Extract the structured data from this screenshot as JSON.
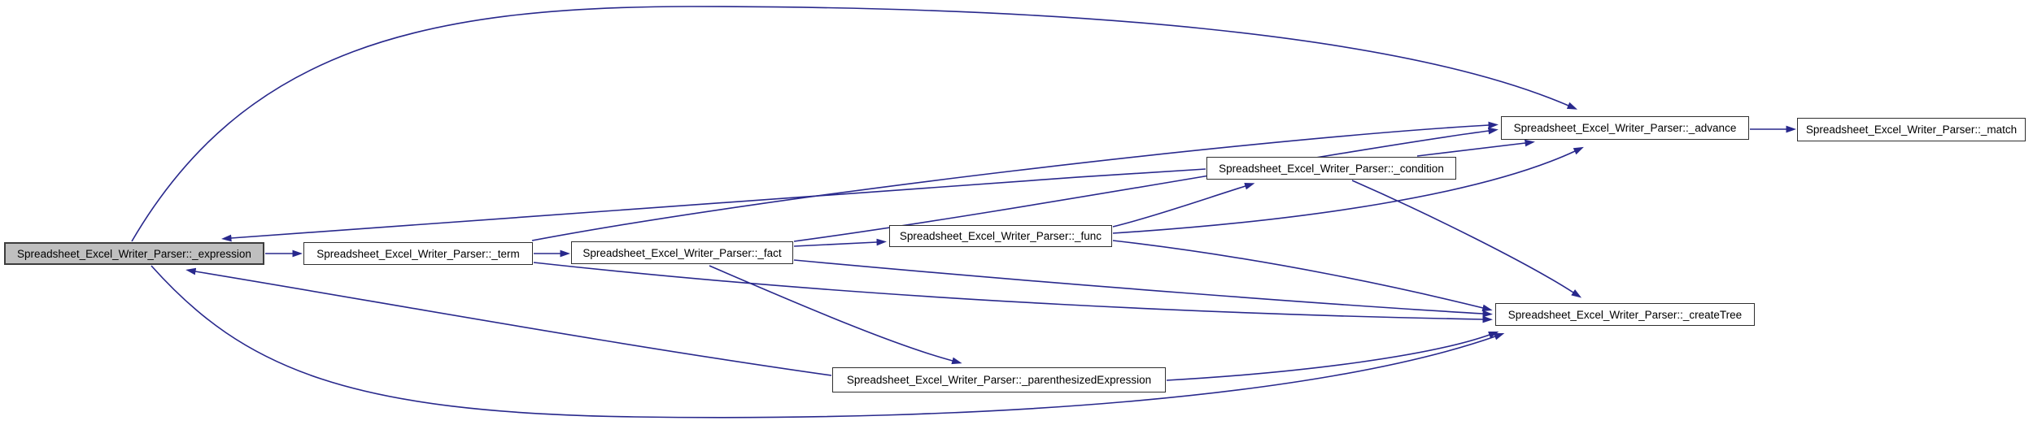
{
  "diagram": {
    "type": "doxygen-call-graph",
    "edge_color": "#28288c",
    "highlight_fill": "#bfbfbf",
    "node_fill": "#ffffff",
    "nodes": [
      {
        "id": "expression",
        "label": "Spreadsheet_Excel_Writer_Parser::_expression",
        "highlighted": true
      },
      {
        "id": "term",
        "label": "Spreadsheet_Excel_Writer_Parser::_term",
        "highlighted": false
      },
      {
        "id": "fact",
        "label": "Spreadsheet_Excel_Writer_Parser::_fact",
        "highlighted": false
      },
      {
        "id": "func",
        "label": "Spreadsheet_Excel_Writer_Parser::_func",
        "highlighted": false
      },
      {
        "id": "condition",
        "label": "Spreadsheet_Excel_Writer_Parser::_condition",
        "highlighted": false
      },
      {
        "id": "advance",
        "label": "Spreadsheet_Excel_Writer_Parser::_advance",
        "highlighted": false
      },
      {
        "id": "match",
        "label": "Spreadsheet_Excel_Writer_Parser::_match",
        "highlighted": false
      },
      {
        "id": "createTree",
        "label": "Spreadsheet_Excel_Writer_Parser::_createTree",
        "highlighted": false
      },
      {
        "id": "parenthesizedExpression",
        "label": "Spreadsheet_Excel_Writer_Parser::_parenthesizedExpression",
        "highlighted": false
      }
    ],
    "edges": [
      {
        "from": "expression",
        "to": "term"
      },
      {
        "from": "expression",
        "to": "advance"
      },
      {
        "from": "expression",
        "to": "createTree"
      },
      {
        "from": "term",
        "to": "fact"
      },
      {
        "from": "term",
        "to": "advance"
      },
      {
        "from": "term",
        "to": "createTree"
      },
      {
        "from": "fact",
        "to": "func"
      },
      {
        "from": "fact",
        "to": "advance"
      },
      {
        "from": "fact",
        "to": "createTree"
      },
      {
        "from": "fact",
        "to": "parenthesizedExpression"
      },
      {
        "from": "func",
        "to": "condition"
      },
      {
        "from": "func",
        "to": "advance"
      },
      {
        "from": "func",
        "to": "createTree"
      },
      {
        "from": "condition",
        "to": "advance"
      },
      {
        "from": "condition",
        "to": "createTree"
      },
      {
        "from": "condition",
        "to": "expression"
      },
      {
        "from": "parenthesizedExpression",
        "to": "expression"
      },
      {
        "from": "parenthesizedExpression",
        "to": "createTree"
      },
      {
        "from": "advance",
        "to": "match"
      }
    ]
  }
}
